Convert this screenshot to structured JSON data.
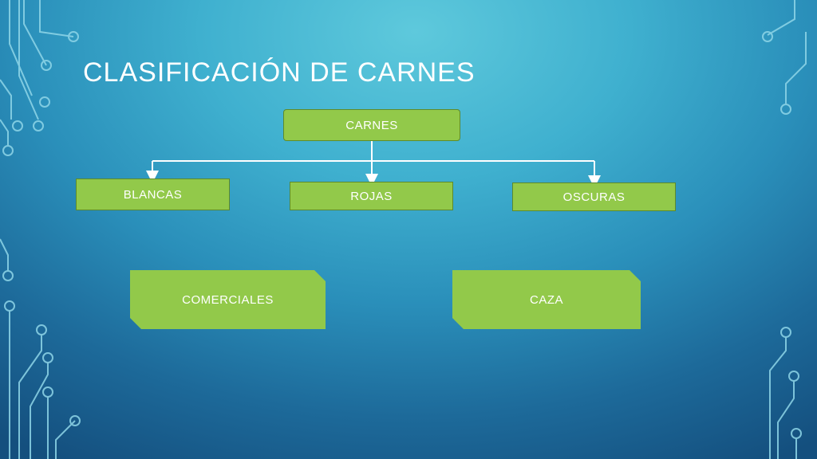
{
  "title": "CLASIFICACIÓN DE CARNES",
  "root": {
    "label": "CARNES"
  },
  "children": [
    {
      "label": "BLANCAS"
    },
    {
      "label": "ROJAS"
    },
    {
      "label": "OSCURAS"
    }
  ],
  "categories": [
    {
      "label": "COMERCIALES"
    },
    {
      "label": "CAZA"
    }
  ],
  "colors": {
    "box_fill": "#92c94a",
    "box_border": "#5e8a2a",
    "text": "#ffffff",
    "connector": "#ffffff"
  }
}
